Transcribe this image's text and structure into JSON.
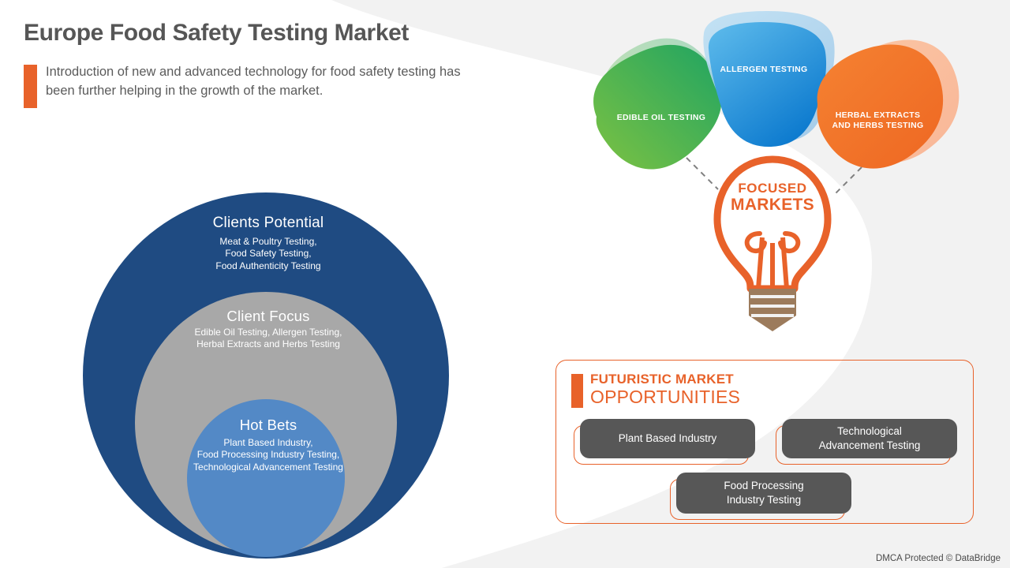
{
  "header": {
    "title": "Europe Food Safety Testing Market",
    "subtitle": "Introduction of new and advanced technology for food safety testing has been further helping in the growth of the market."
  },
  "venn": {
    "rings": [
      {
        "title": "Clients Potential",
        "body": "Meat & Poultry Testing,\nFood Safety Testing,\nFood Authenticity Testing",
        "color": "#1F4B82"
      },
      {
        "title": "Client Focus",
        "body": "Edible Oil Testing, Allergen Testing,\nHerbal Extracts and Herbs Testing",
        "color": "#A8A8A8"
      },
      {
        "title": "Hot Bets",
        "body": "Plant Based Industry,\nFood Processing Industry Testing,\nTechnological Advancement Testing",
        "color": "#5389C6"
      }
    ]
  },
  "blobs": [
    {
      "label": "EDIBLE OIL TESTING",
      "color_from": "#7DC242",
      "color_to": "#1FA462"
    },
    {
      "label": "ALLERGEN TESTING",
      "color_from": "#5FBCEC",
      "color_to": "#0B79CE"
    },
    {
      "label": "HERBAL EXTRACTS\nAND HERBS TESTING",
      "color_from": "#F58232",
      "color_to": "#EE6722"
    }
  ],
  "bulb": {
    "line1": "FOCUSED",
    "line2": "MARKETS",
    "glass_color": "#E8622A",
    "base_color": "#9C7B5C"
  },
  "opportunities": {
    "heading_line1": "FUTURISTIC MARKET",
    "heading_line2": "OPPORTUNITIES",
    "accent": "#E8622A",
    "cards": [
      {
        "label": "Plant Based Industry"
      },
      {
        "label": "Technological\nAdvancement Testing"
      },
      {
        "label": "Food Processing\nIndustry Testing"
      }
    ]
  },
  "footer": {
    "credit": "DMCA Protected © DataBridge"
  }
}
